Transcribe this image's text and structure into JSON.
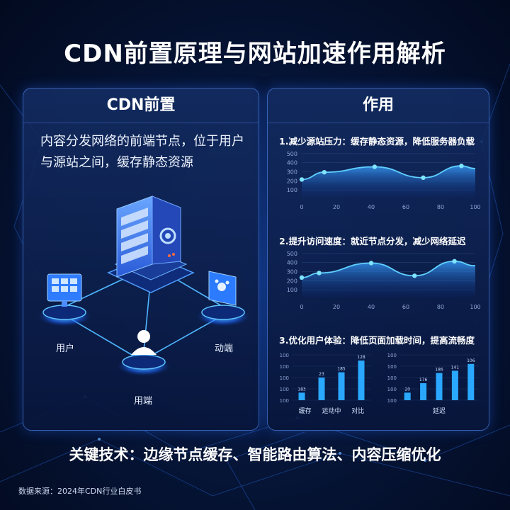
{
  "title": "CDN前置原理与网站加速作用解析",
  "left_panel": {
    "heading": "CDN前置",
    "description": "内容分发网络的前端节点，位于用户与源站之间，缓存静态资源",
    "nodes": {
      "user": "用户",
      "mobile": "动端",
      "client": "用端"
    }
  },
  "right_panel": {
    "heading": "作用",
    "sections": [
      {
        "title": "1.减少源站压力：缓存静态资源，降低服务器负载"
      },
      {
        "title": "2.提升访问速度：就近节点分发，减少网络延迟"
      },
      {
        "title": "3.优化用户体验：降低页面加载时间，提高流畅度"
      }
    ]
  },
  "chart_data": [
    {
      "type": "area",
      "x": [
        0,
        20,
        40,
        60,
        80,
        100
      ],
      "xlim": [
        0,
        100
      ],
      "ylim": [
        0,
        500
      ],
      "xticks": [
        "0",
        "20",
        "40",
        "60",
        "80",
        "100"
      ],
      "yticks": [
        "100",
        "200",
        "300",
        "400",
        "500"
      ],
      "points": [
        [
          0,
          200
        ],
        [
          13,
          280
        ],
        [
          42,
          340
        ],
        [
          70,
          220
        ],
        [
          92,
          350
        ],
        [
          100,
          320
        ]
      ]
    },
    {
      "type": "area",
      "x": [
        0,
        20,
        40,
        60,
        80,
        100
      ],
      "xlim": [
        0,
        100
      ],
      "ylim": [
        0,
        500
      ],
      "xticks": [
        "0",
        "20",
        "40",
        "60",
        "80",
        "100"
      ],
      "yticks": [
        "100",
        "200",
        "300",
        "400",
        "500"
      ],
      "points": [
        [
          0,
          220
        ],
        [
          10,
          270
        ],
        [
          40,
          380
        ],
        [
          65,
          240
        ],
        [
          88,
          400
        ],
        [
          100,
          350
        ]
      ]
    },
    {
      "type": "bar",
      "ylim": [
        0,
        120
      ],
      "yticks": [
        "100",
        "100",
        "100",
        "100",
        "100"
      ],
      "categories": [
        "缓存",
        "运动中",
        "对比"
      ],
      "values": [
        20,
        60,
        74,
        105
      ],
      "labels": [
        "183",
        "23",
        "185",
        "128"
      ]
    },
    {
      "type": "bar",
      "ylim": [
        0,
        120
      ],
      "yticks": [
        "100",
        "100",
        "100",
        "100",
        "100"
      ],
      "categories": [
        "延迟"
      ],
      "values": [
        20,
        45,
        72,
        78,
        96
      ],
      "labels": [
        "20",
        "176",
        "186",
        "141",
        "106"
      ]
    }
  ],
  "footer": "关键技术：边缘节点缓存、智能路由算法、内容压缩优化",
  "source": "数据来源：2024年CDN行业白皮书",
  "colors": {
    "accent": "#2f8cff",
    "glow": "#4fd0ff",
    "bar": "#2aa8ff",
    "panel_border": "#5a96ff"
  }
}
